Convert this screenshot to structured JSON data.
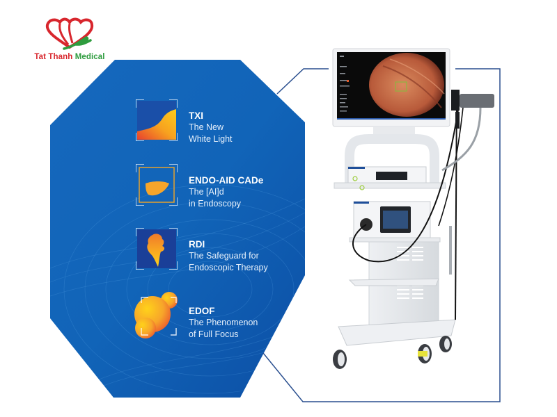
{
  "brand": {
    "name_part1": "Tat Thanh",
    "name_part2": "Medical",
    "colors": {
      "red": "#d8262d",
      "green": "#2e9c3e"
    }
  },
  "panel": {
    "background": "#1262b8",
    "features": [
      {
        "icon": "txi-gradient-icon",
        "title": "TXI",
        "line1": "The New",
        "line2": "White Light"
      },
      {
        "icon": "endo-aid-lesion-icon",
        "title": "ENDO-AID CADe",
        "line1": "The [AI]d",
        "line2": "in Endoscopy"
      },
      {
        "icon": "rdi-bleeding-icon",
        "title": "RDI",
        "line1": "The Safeguard for",
        "line2": "Endoscopic Therapy"
      },
      {
        "icon": "edof-focus-icon",
        "title": "EDOF",
        "line1": "The Phenomenon",
        "line2": "of Full Focus"
      }
    ]
  },
  "equipment": {
    "label": "endoscopy-system-cart",
    "connector_color": "#2a4f8f"
  }
}
